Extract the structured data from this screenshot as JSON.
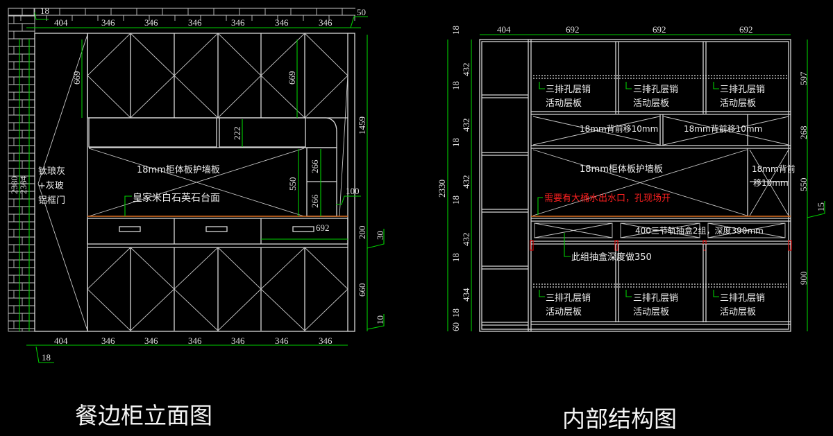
{
  "colors": {
    "background": "#000000",
    "outline": "#d8d8d8",
    "dimension": "#00d000",
    "countertop": "#e07020",
    "warning_text": "#ff2020"
  },
  "elevation": {
    "title": "餐边柜立面图",
    "top_dims": [
      "18",
      "404",
      "346",
      "346",
      "346",
      "346",
      "346",
      "346",
      "50"
    ],
    "bottom_dims": [
      "404",
      "346",
      "346",
      "346",
      "346",
      "346",
      "346",
      "18"
    ],
    "vertical_dims": {
      "overall": "2380",
      "inner": "2364",
      "upper_left": "669",
      "upper_right": "669",
      "niche": "222",
      "shelf_top": "266",
      "shelf_bottom": "266",
      "backsplash": "550",
      "gap": "100",
      "drawer_width": "692",
      "upper_total": "1459",
      "drawer_height": "200",
      "counter": "30",
      "lower": "660",
      "plinth": "10"
    },
    "labels": {
      "door_line1": "钛琅灰",
      "door_line2": "+灰玻",
      "door_line3": "铝框门",
      "backsplash": "18mm柜体板护墙板",
      "countertop": "皇家米白石英石台面"
    }
  },
  "structure": {
    "title": "内部结构图",
    "top_dims": [
      "404",
      "692",
      "692",
      "692"
    ],
    "left_dims": [
      "18",
      "432",
      "18",
      "432",
      "18",
      "432",
      "18",
      "432",
      "18",
      "434",
      "18",
      "60"
    ],
    "overall": "2330",
    "right_dims": [
      "597",
      "268",
      "550",
      "15",
      "900"
    ],
    "shelf_label_line1": "三排孔层销",
    "shelf_label_line2": "活动层板",
    "back_shift": [
      "18mm背前移10mm",
      "18mm背前移10mm"
    ],
    "backsplash": "18mm柜体板护墙板",
    "small_back_line1": "18mm背前",
    "small_back_line2": "移10mm",
    "warning": "需要有大桶水出水口，孔现场开",
    "drawer_note": "400三节轨抽盒2组，深度390mm",
    "drawer_depth_note": "此组抽盒深度做350"
  }
}
